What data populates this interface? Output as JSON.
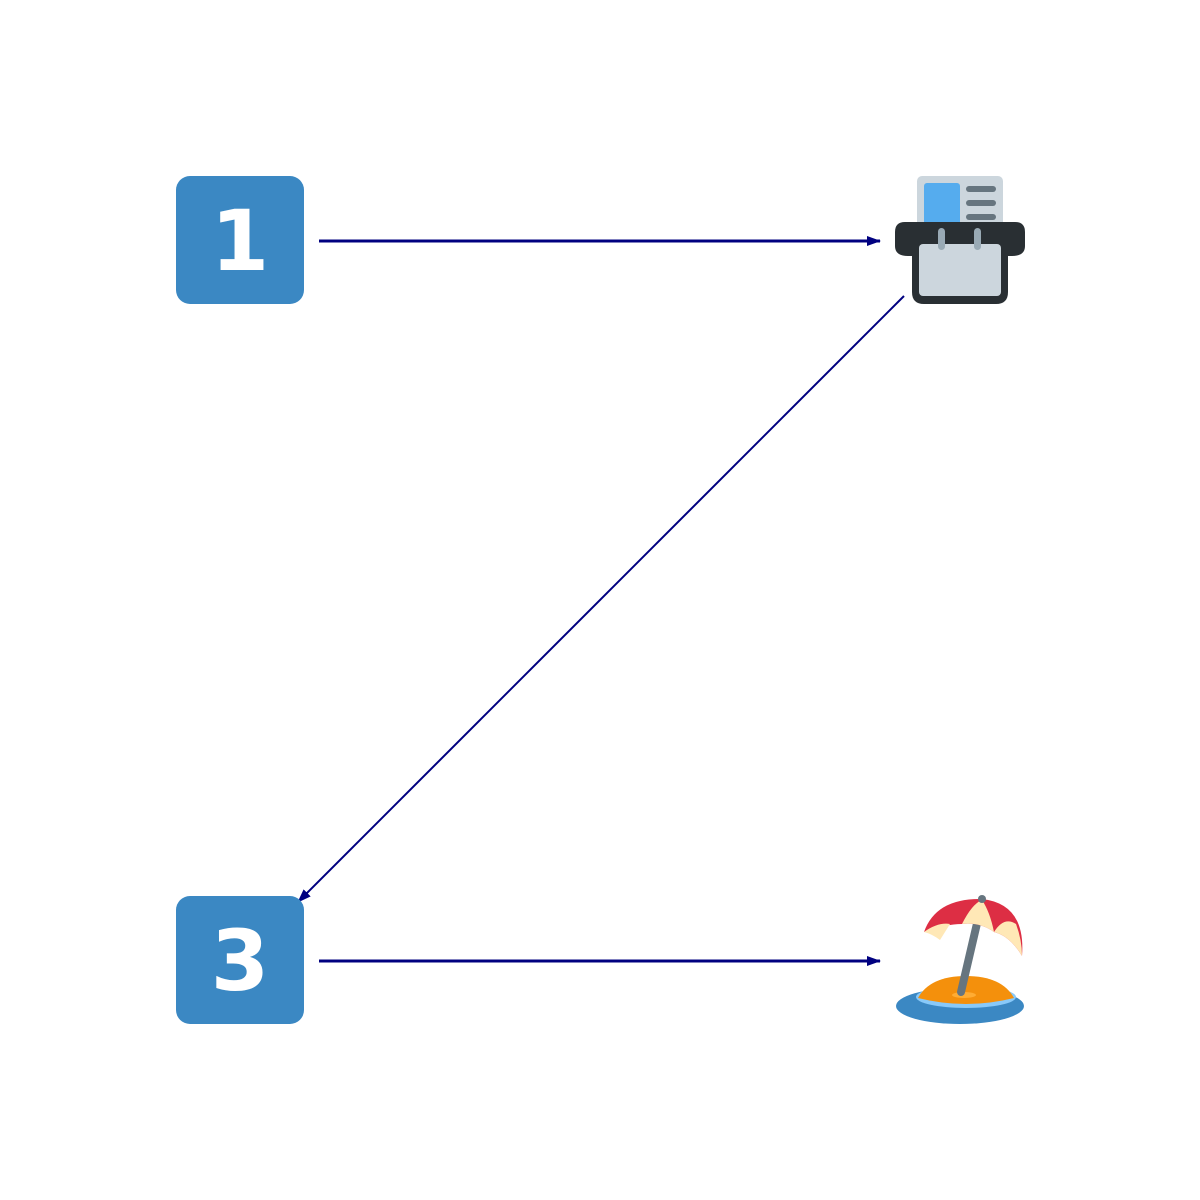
{
  "diagram": {
    "nodes": [
      {
        "id": "n1",
        "kind": "keycap",
        "label": "1",
        "icon": "keycap-digit-one-icon",
        "color": "#3B88C3"
      },
      {
        "id": "n2",
        "kind": "emoji",
        "icon": "card-index-icon"
      },
      {
        "id": "n3",
        "kind": "keycap",
        "label": "3",
        "icon": "keycap-digit-three-icon",
        "color": "#3B88C3"
      },
      {
        "id": "n4",
        "kind": "emoji",
        "icon": "desert-island-icon"
      }
    ],
    "edges": [
      {
        "from": "n1",
        "to": "n2"
      },
      {
        "from": "n2",
        "to": "n3"
      },
      {
        "from": "n3",
        "to": "n4"
      }
    ],
    "arrow_color": "#000080"
  }
}
